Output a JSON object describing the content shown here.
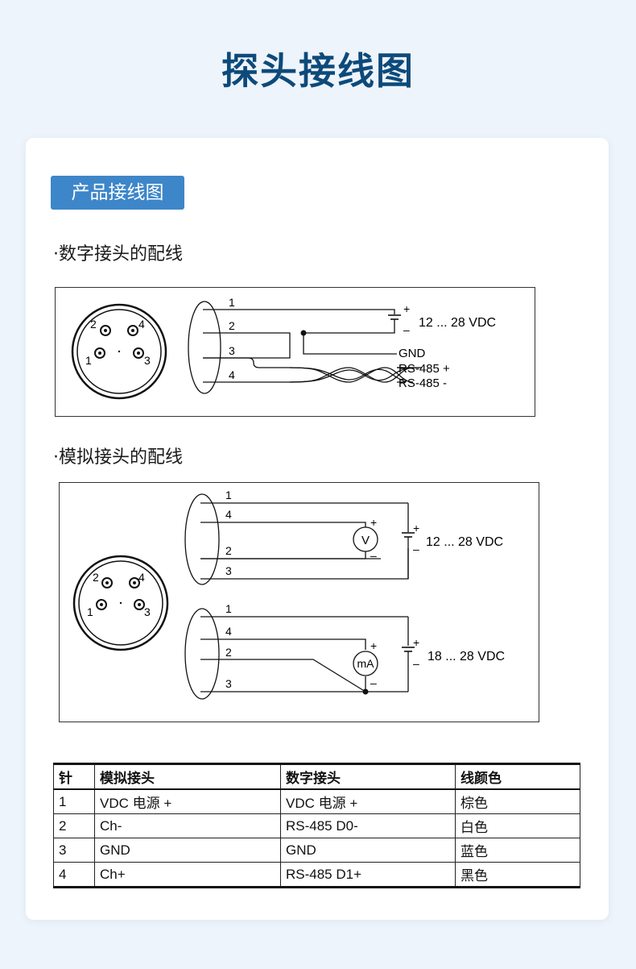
{
  "page_title": "探头接线图",
  "tag_label": "产品接线图",
  "digital": {
    "heading": "·数字接头的配线",
    "connector_pins": [
      "1",
      "2",
      "3",
      "4"
    ],
    "wire_numbers": [
      "1",
      "2",
      "3",
      "4"
    ],
    "plus": "+",
    "minus": "–",
    "supply": "12 ... 28 VDC",
    "gnd": "GND",
    "rs_plus": "RS-485 +",
    "rs_minus": "RS-485 -"
  },
  "analog": {
    "heading": "·模拟接头的配线",
    "connector_pins": [
      "1",
      "2",
      "3",
      "4"
    ],
    "voltage": {
      "wire_numbers": [
        "1",
        "4",
        "2",
        "3"
      ],
      "meter": "V",
      "plus": "+",
      "minus": "–",
      "supply": "12 ... 28 VDC"
    },
    "current": {
      "wire_numbers": [
        "1",
        "4",
        "2",
        "3"
      ],
      "meter": "mA",
      "plus": "+",
      "minus": "–",
      "supply": "18 ... 28 VDC"
    }
  },
  "table": {
    "headers": [
      "针",
      "模拟接头",
      "数字接头",
      "线颜色"
    ],
    "rows": [
      [
        "1",
        "VDC 电源 +",
        "VDC 电源 +",
        "棕色"
      ],
      [
        "2",
        "Ch-",
        "RS-485 D0-",
        "白色"
      ],
      [
        "3",
        "GND",
        "GND",
        "蓝色"
      ],
      [
        "4",
        "Ch+",
        "RS-485 D1+",
        "黑色"
      ]
    ]
  }
}
